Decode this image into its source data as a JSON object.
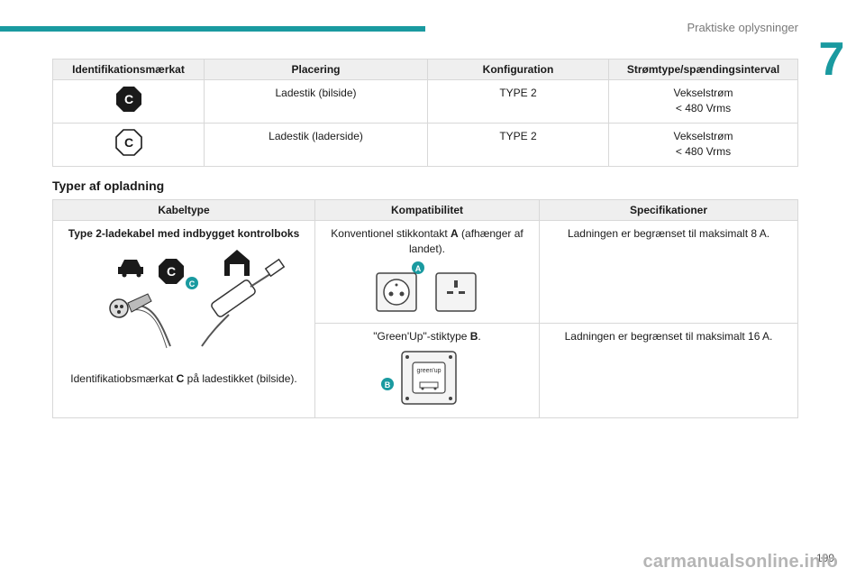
{
  "header": {
    "section_title": "Praktiske oplysninger",
    "chapter_number": "7"
  },
  "table1": {
    "headers": [
      "Identifikationsmærkat",
      "Placering",
      "Konfiguration",
      "Strømtype/spændingsinterval"
    ],
    "rows": [
      {
        "label_icon": "C",
        "placering": "Ladestik (bilside)",
        "konfiguration": "TYPE 2",
        "stromtype": "Vekselstrøm",
        "spaending": "< 480 Vrms"
      },
      {
        "label_icon": "C",
        "placering": "Ladestik (laderside)",
        "konfiguration": "TYPE 2",
        "stromtype": "Vekselstrøm",
        "spaending": "< 480 Vrms"
      }
    ]
  },
  "section2_title": "Typer af opladning",
  "table2": {
    "headers": [
      "Kabeltype",
      "Kompatibilitet",
      "Specifikationer"
    ],
    "cable_title": "Type 2-ladekabel med indbygget kontrolboks",
    "cable_caption_pre": "Identifikatiobsmærkat ",
    "cable_caption_bold": "C",
    "cable_caption_post": " på ladestikket (bilside).",
    "rows": [
      {
        "kompat_pre": "Konventionel stikkontakt ",
        "kompat_bold": "A",
        "kompat_post": " (afhænger af landet).",
        "marker": "A",
        "spec": "Ladningen er begrænset til maksimalt 8 A."
      },
      {
        "kompat_pre": "\"Green'Up\"-stiktype ",
        "kompat_bold": "B",
        "kompat_post": ".",
        "marker": "B",
        "spec": "Ladningen er begrænset til maksimalt 16 A.",
        "socket_text": "green'up"
      }
    ]
  },
  "footer": {
    "page_number": "199",
    "watermark": "carmanualsonline.info"
  }
}
